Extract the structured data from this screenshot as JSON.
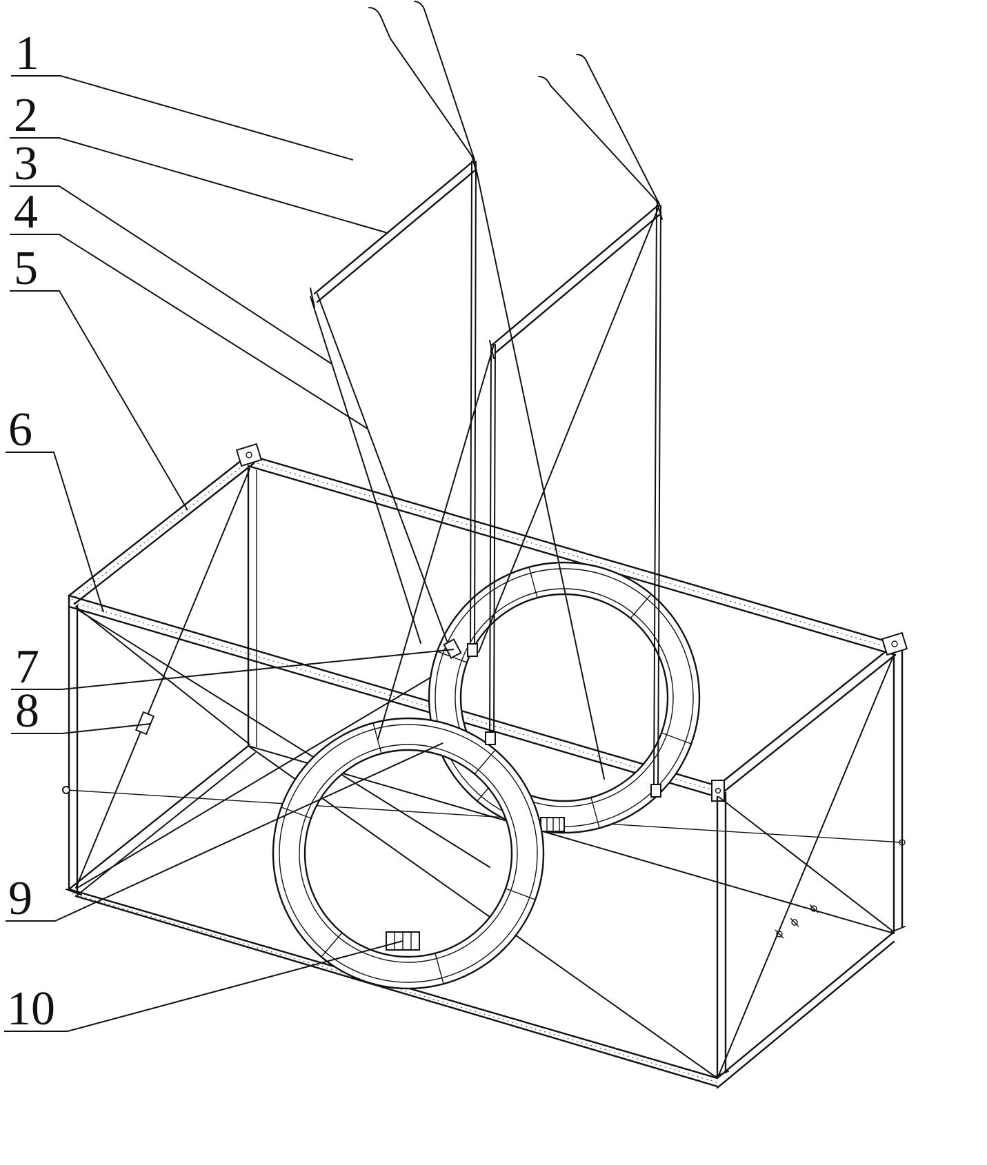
{
  "figure": {
    "background_color": "#ffffff",
    "line_color": "#111111",
    "labels": [
      {
        "id": "1",
        "text": "1"
      },
      {
        "id": "2",
        "text": "2"
      },
      {
        "id": "3",
        "text": "3"
      },
      {
        "id": "4",
        "text": "4"
      },
      {
        "id": "5",
        "text": "5"
      },
      {
        "id": "6",
        "text": "6"
      },
      {
        "id": "7",
        "text": "7"
      },
      {
        "id": "8",
        "text": "8"
      },
      {
        "id": "9",
        "text": "9"
      },
      {
        "id": "10",
        "text": "10"
      }
    ]
  }
}
